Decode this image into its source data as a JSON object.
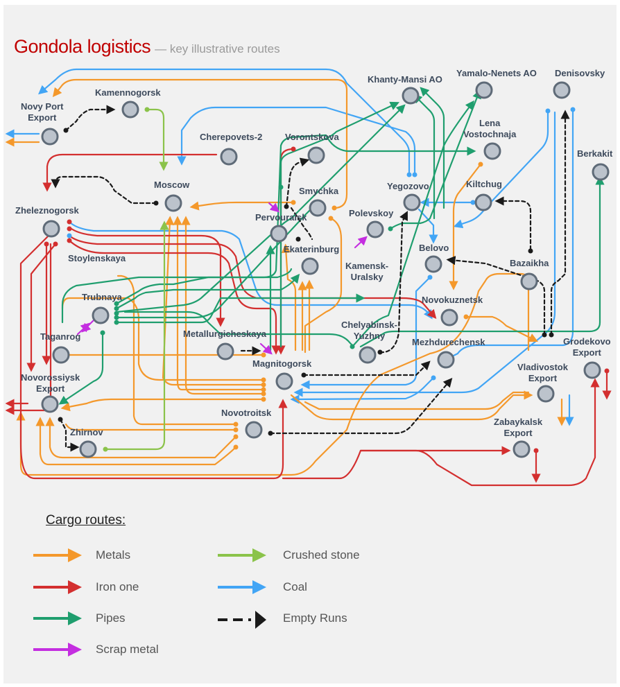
{
  "title": {
    "main": "Gondola logistics",
    "sub": "— key illustrative routes"
  },
  "colors": {
    "metals": "#f4982b",
    "iron_ore": "#d32f2f",
    "pipes": "#1f9e6e",
    "scrap": "#c42ee0",
    "crushed_stone": "#8bc34a",
    "coal": "#42a5f5",
    "empty": "#1a1a1a",
    "station_ring": "#5f6b78",
    "station_fill": "#bcc3cc"
  },
  "stations": {
    "novy_port": "Novy Port\nExport",
    "kamennogorsk": "Kamennogorsk",
    "khanty_mansi": "Khanty-Mansi AO",
    "yamalo_nenets": "Yamalo-Nenets AO",
    "denisovsky": "Denisovsky",
    "cherepovets": "Cherepovets-2",
    "vorontskova": "Vorontskova",
    "lena": "Lena\nVostochnaja",
    "berkakit": "Berkakit",
    "moscow": "Moscow",
    "smychka": "Smychka",
    "yegozovo": "Yegozovo",
    "kiltchug": "Kiltchug",
    "zheleznogorsk": "Zheleznogorsk",
    "pervouralsk": "Pervouralsk",
    "polevskoy": "Polevskoy",
    "ekaterinburg": "Ekaterinburg",
    "belovo": "Belovo",
    "stoylenskaya": "Stoylenskaya",
    "kamensk": "Kamensk-\nUralsky",
    "bazaikha": "Bazaikha",
    "trubnaya": "Trubnaya",
    "novokuznetsk": "Novokuznetsk",
    "taganrog": "Taganrog",
    "metallurg": "Metallurgicheskaya",
    "chelyabinsk": "Chelyabinsk-\nYuzhny",
    "mezhdurechensk": "Mezhdurechensk",
    "grodekovo": "Grodekovo\nExport",
    "magnitogorsk": "Magnitogorsk",
    "vladivostok": "Vladivostok\nExport",
    "novorossiysk": "Novorossiysk\nExport",
    "novotroitsk": "Novotroitsk",
    "zhirnov": "Zhirnov",
    "zabaykalsk": "Zabaykalsk\nExport"
  },
  "legend": {
    "title": "Cargo routes:",
    "items": [
      {
        "label": "Metals",
        "color": "#f4982b",
        "style": "solid"
      },
      {
        "label": "Iron one",
        "color": "#d32f2f",
        "style": "solid"
      },
      {
        "label": "Pipes",
        "color": "#1f9e6e",
        "style": "solid"
      },
      {
        "label": "Scrap metal",
        "color": "#c42ee0",
        "style": "solid"
      },
      {
        "label": "Crushed stone",
        "color": "#8bc34a",
        "style": "solid"
      },
      {
        "label": "Coal",
        "color": "#42a5f5",
        "style": "solid"
      },
      {
        "label": "Empty Runs",
        "color": "#1a1a1a",
        "style": "dashed"
      }
    ]
  }
}
